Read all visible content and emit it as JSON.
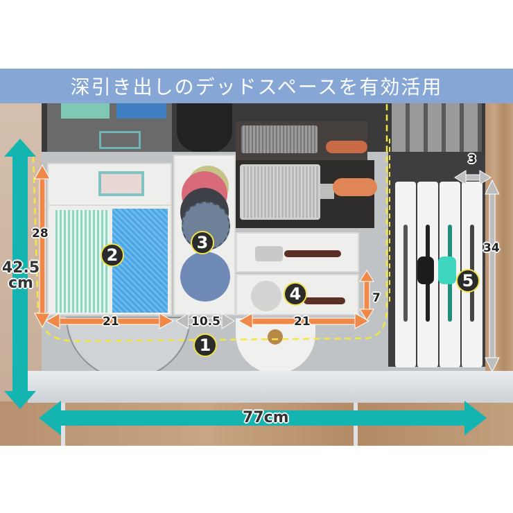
{
  "banner": {
    "title": "深引き出しのデッドスペースを有効活用",
    "bg_color": "#86a6d6"
  },
  "photo": {
    "description": "Top-down view of a deep kitchen drawer organized with storage bins"
  },
  "zones": [
    {
      "number": "1"
    },
    {
      "number": "2"
    },
    {
      "number": "3"
    },
    {
      "number": "4"
    },
    {
      "number": "5"
    }
  ],
  "dimensions": {
    "drawer_depth": {
      "value": "42.5",
      "unit": "cm"
    },
    "drawer_width": {
      "value": "77",
      "unit": "cm",
      "label": "77cm"
    },
    "zone2_depth": "28",
    "zone2_width": "21",
    "zone3_width": "10.5",
    "zone4_width": "21",
    "zone4_height": "7",
    "zone5_width": "3",
    "zone5_depth": "34"
  },
  "colors": {
    "teal_arrow": "#14b5b0",
    "orange_arrow": "#f08848",
    "gray_arrow": "#bfbfbf",
    "dashed_outline": "#f2e640",
    "label_circle": "#2b2b2b"
  }
}
